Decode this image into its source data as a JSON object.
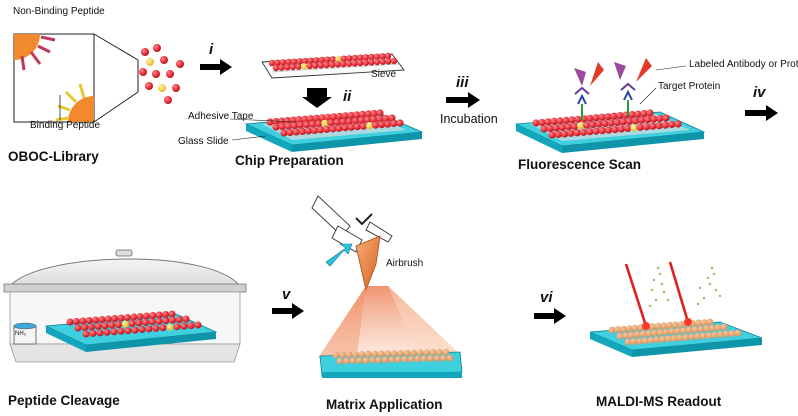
{
  "steps": [
    "i",
    "ii",
    "iii",
    "iv",
    "v",
    "vi"
  ],
  "labels": {
    "non_binding": "Non-Binding Peptide",
    "binding": "Binding Peptide",
    "sieve": "Sieve",
    "adhesive": "Adhesive Tape",
    "glass": "Glass Slide",
    "incubation": "Incubation",
    "labeled_antibody": "Labeled Antibody or Protein",
    "target_protein": "Target Protein",
    "airbrush": "Airbrush",
    "nh3": "NH₃"
  },
  "captions": {
    "oboc": "OBOC-Library",
    "chip": "Chip Preparation",
    "fluorescence": "Fluorescence Scan",
    "cleavage": "Peptide Cleavage",
    "matrix": "Matrix Application",
    "maldi": "MALDI-MS Readout"
  },
  "colors": {
    "bead": "#e8303a",
    "bead_dark": "#b81620",
    "binding_bead": "#f2d23a",
    "slide_top": "#3fd0e0",
    "slide_side": "#12a7bd",
    "tape": "#b8d8e0",
    "orange": "#f08a2c",
    "non_binding": "#c0395a",
    "matrix_spray": "#f6a27a",
    "laser": "#e02020"
  }
}
